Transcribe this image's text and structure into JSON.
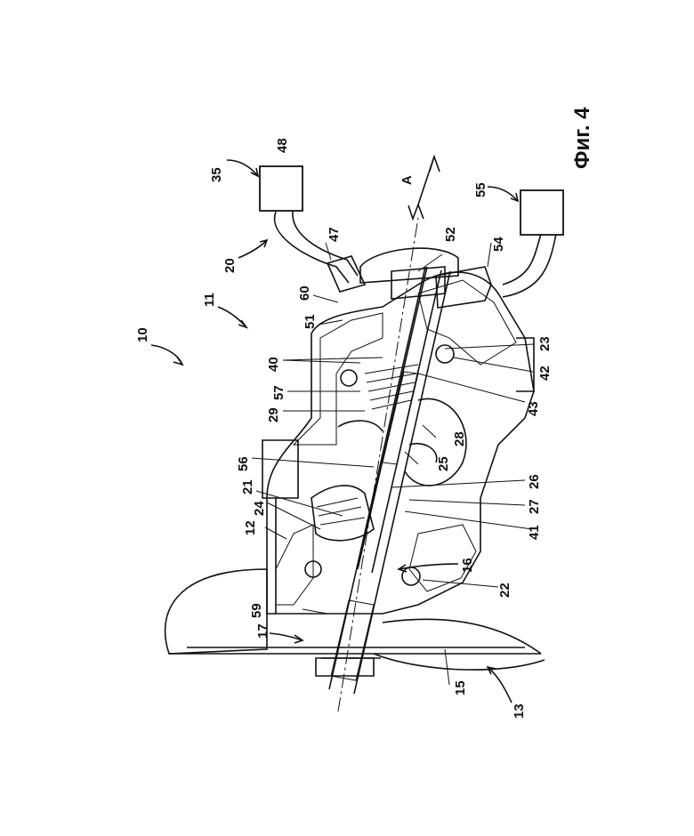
{
  "figure": {
    "title": "Фиг. 4",
    "axis_label": "A",
    "labels": [
      "10",
      "11",
      "12",
      "13",
      "15",
      "16",
      "17",
      "20",
      "21",
      "22",
      "23",
      "24",
      "25",
      "26",
      "27",
      "28",
      "29",
      "35",
      "40",
      "41",
      "42",
      "43",
      "47",
      "48",
      "51",
      "52",
      "54",
      "55",
      "56",
      "57",
      "59",
      "60"
    ]
  }
}
